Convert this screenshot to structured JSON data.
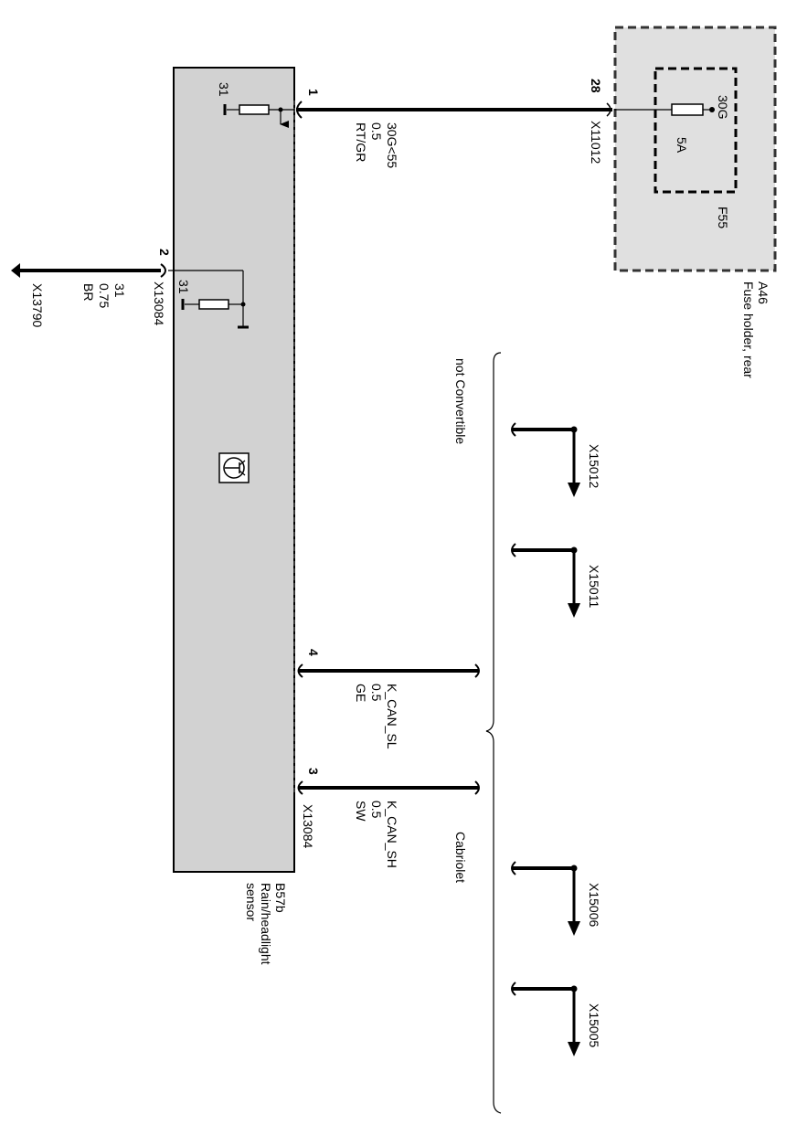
{
  "colors": {
    "wire": "#000000",
    "module_fill": "#d2d2d2",
    "fuse_holder_fill": "#e0e0e0",
    "background": "#ffffff"
  },
  "fuse_holder": {
    "id": "A46",
    "name": "Fuse holder, rear",
    "fuse_id": "F55",
    "fuse_rating": "5A",
    "fuse_terminal": "30G"
  },
  "sensor": {
    "id": "B57b",
    "name_line1": "Rain/headlight",
    "name_line2": "sensor",
    "connector": "X13084",
    "ground_label_a": "31",
    "ground_label_b": "31",
    "icon": "rain-sensor-icon"
  },
  "wires": {
    "power": {
      "pin": "1",
      "remote_pin": "28",
      "connector": "X11012",
      "signal": "30G<55",
      "gauge": "0.5",
      "color": "RT/GR"
    },
    "ground": {
      "pin": "2",
      "connector": "X13084",
      "ground_connector": "X13790",
      "signal": "31",
      "gauge": "0.75",
      "color": "BR"
    },
    "can_low": {
      "pin": "4",
      "signal": "K_CAN_SL",
      "gauge": "0.5",
      "color": "GE"
    },
    "can_high": {
      "pin": "3",
      "connector": "X13084",
      "signal": "K_CAN_SH",
      "gauge": "0.5",
      "color": "SW"
    }
  },
  "variants": {
    "not_convertible": {
      "label": "not Convertible",
      "connectors": [
        "X15012",
        "X15011"
      ]
    },
    "cabriolet": {
      "label": "Cabriolet",
      "connectors": [
        "X15006",
        "X15005"
      ]
    }
  }
}
